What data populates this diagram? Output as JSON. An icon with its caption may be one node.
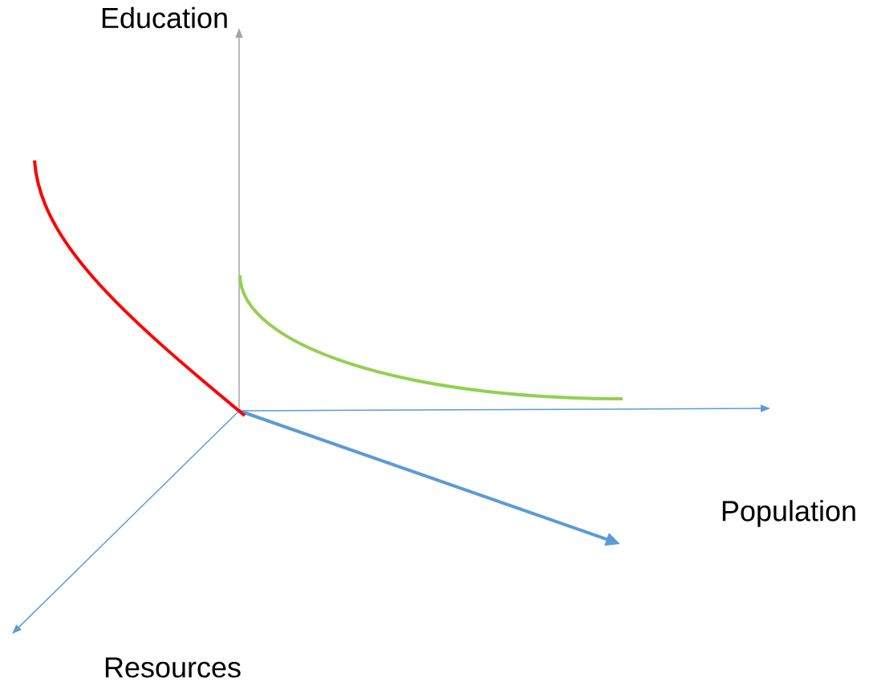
{
  "diagram": {
    "labels": [
      "Education",
      "Population",
      "Resources"
    ]
  }
}
